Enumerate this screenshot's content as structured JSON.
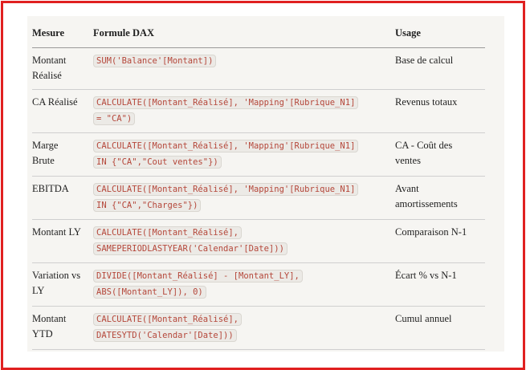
{
  "headers": [
    "Mesure",
    "Formule DAX",
    "Usage"
  ],
  "rows": [
    {
      "mesure": [
        "Montant",
        "Réalisé"
      ],
      "formule": [
        "SUM('Balance'[Montant])"
      ],
      "usage": [
        "Base de calcul"
      ]
    },
    {
      "mesure": [
        "CA Réalisé"
      ],
      "formule": [
        "CALCULATE([Montant_Réalisé], 'Mapping'[Rubrique_N1]",
        "= \"CA\")"
      ],
      "usage": [
        "Revenus totaux"
      ]
    },
    {
      "mesure": [
        "Marge",
        "Brute"
      ],
      "formule": [
        "CALCULATE([Montant_Réalisé], 'Mapping'[Rubrique_N1]",
        "IN {\"CA\",\"Cout ventes\"})"
      ],
      "usage": [
        "CA - Coût des",
        "ventes"
      ]
    },
    {
      "mesure": [
        "EBITDA"
      ],
      "formule": [
        "CALCULATE([Montant_Réalisé], 'Mapping'[Rubrique_N1]",
        "IN {\"CA\",\"Charges\"})"
      ],
      "usage": [
        "Avant",
        "amortissements"
      ]
    },
    {
      "mesure": [
        "Montant LY"
      ],
      "formule": [
        "CALCULATE([Montant_Réalisé],",
        "SAMEPERIODLASTYEAR('Calendar'[Date]))"
      ],
      "usage": [
        "Comparaison N-1"
      ]
    },
    {
      "mesure": [
        "Variation vs",
        "LY"
      ],
      "formule": [
        "DIVIDE([Montant_Réalisé] - [Montant_LY],",
        "ABS([Montant_LY]), 0)"
      ],
      "usage": [
        "Écart % vs N-1"
      ]
    },
    {
      "mesure": [
        "Montant",
        "YTD"
      ],
      "formule": [
        "CALCULATE([Montant_Réalisé],",
        "DATESYTD('Calendar'[Date]))"
      ],
      "usage": [
        "Cumul annuel"
      ]
    }
  ]
}
